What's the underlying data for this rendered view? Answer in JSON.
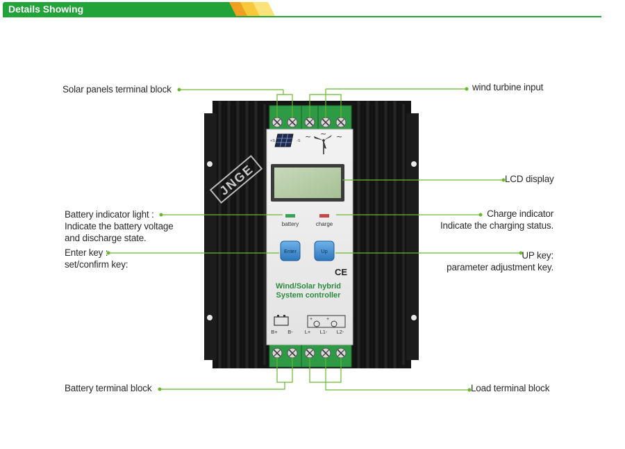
{
  "header": {
    "title": "Details Showing"
  },
  "callouts": {
    "solar": "Solar panels terminal block",
    "wind": "wind turbine  input",
    "lcd": "LCD display",
    "battery_light": {
      "line1": "Battery indicator light :",
      "line2": "Indicate the battery voltage",
      "line3": "and discharge state."
    },
    "charge_indicator": {
      "line1": "Charge indicator",
      "line2": "Indicate the charging status."
    },
    "enter_key": {
      "line1": "Enter key :",
      "line2": "set/confirm key:"
    },
    "up_key": {
      "line1": "UP key:",
      "line2": "parameter adjustment key."
    },
    "battery_terminal": "Battery terminal block",
    "load_terminal": "Load terminal block"
  },
  "device": {
    "watermark": "JNGE",
    "led_battery_label": "battery",
    "led_charge_label": "charge",
    "enter_button": "Enter",
    "up_button": "Up",
    "ce_mark": "CE",
    "product_line1": "Wind/Solar hybrid",
    "product_line2": "System controller",
    "bottom_terminals": [
      "B+",
      "B-",
      "L+",
      "L1-",
      "L2-"
    ],
    "load_symbol_plus_left": "+",
    "load_symbol_plus_right": "+",
    "solar_plus": "+S",
    "solar_minus": "-S",
    "wind_tilde": "~"
  },
  "colors": {
    "accent_green": "#21a33a",
    "callout_green": "#6ab62e",
    "terminal_green": "#2e9a46",
    "led_green": "#3aa15a",
    "led_red": "#c44848",
    "button_blue": "#3f8fd2",
    "heatsink": "#151515"
  }
}
